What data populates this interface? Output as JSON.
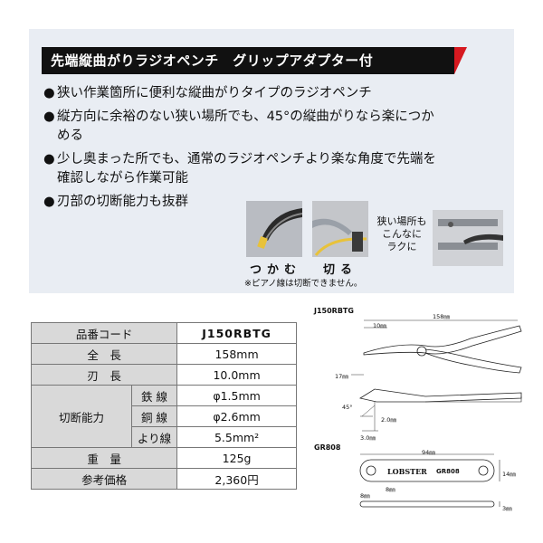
{
  "title": "先端縦曲がりラジオペンチ　グリップアダプター付",
  "bullets": [
    "狭い作業箇所に便利な縦曲がりタイプのラジオペンチ",
    "縦方向に余裕のない狭い場所でも、45°の縦曲がりなら楽につかめる",
    "少し奥まった所でも、通常のラジオペンチより楽な角度で先端を確認しながら作業可能",
    "刃部の切断能力も抜群"
  ],
  "bullet_mark": "●",
  "photo_captions": {
    "grip": "つかむ",
    "cut": "切る"
  },
  "piano_note": "※ピアノ線は切断できません。",
  "side_note": "狭い場所も\nこんなに\nラクに",
  "spec": {
    "code_label": "品番コード",
    "code_value": "J150RBTG",
    "length_label": "全　長",
    "length_value": "158mm",
    "blade_label": "刃　長",
    "blade_value": "10.0mm",
    "cut_label": "切断能力",
    "cut_rows": [
      {
        "label": "鉄 線",
        "value": "φ1.5mm"
      },
      {
        "label": "銅 線",
        "value": "φ2.6mm"
      },
      {
        "label": "より線",
        "value": "5.5mm²"
      }
    ],
    "weight_label": "重　量",
    "weight_value": "125g",
    "price_label": "参考価格",
    "price_value": "2,360円"
  },
  "diagram": {
    "model": "J150RBTG",
    "length": "158㎜",
    "tip": "10㎜",
    "angle_width": "17㎜",
    "angle": "45°",
    "thickness": "2.0㎜",
    "tip_width": "3.0㎜",
    "adapter_model": "GR808",
    "adapter_length": "94㎜",
    "adapter_height": "14㎜",
    "adapter_hole_left": "8㎜",
    "adapter_hole_right": "8㎜",
    "adapter_thickness": "3㎜",
    "adapter_brand": "LOBSTER",
    "adapter_code": "GR808"
  },
  "colors": {
    "accent": "#d61920",
    "panel": "#e9edf3",
    "header_cell": "#d9d9d9"
  }
}
